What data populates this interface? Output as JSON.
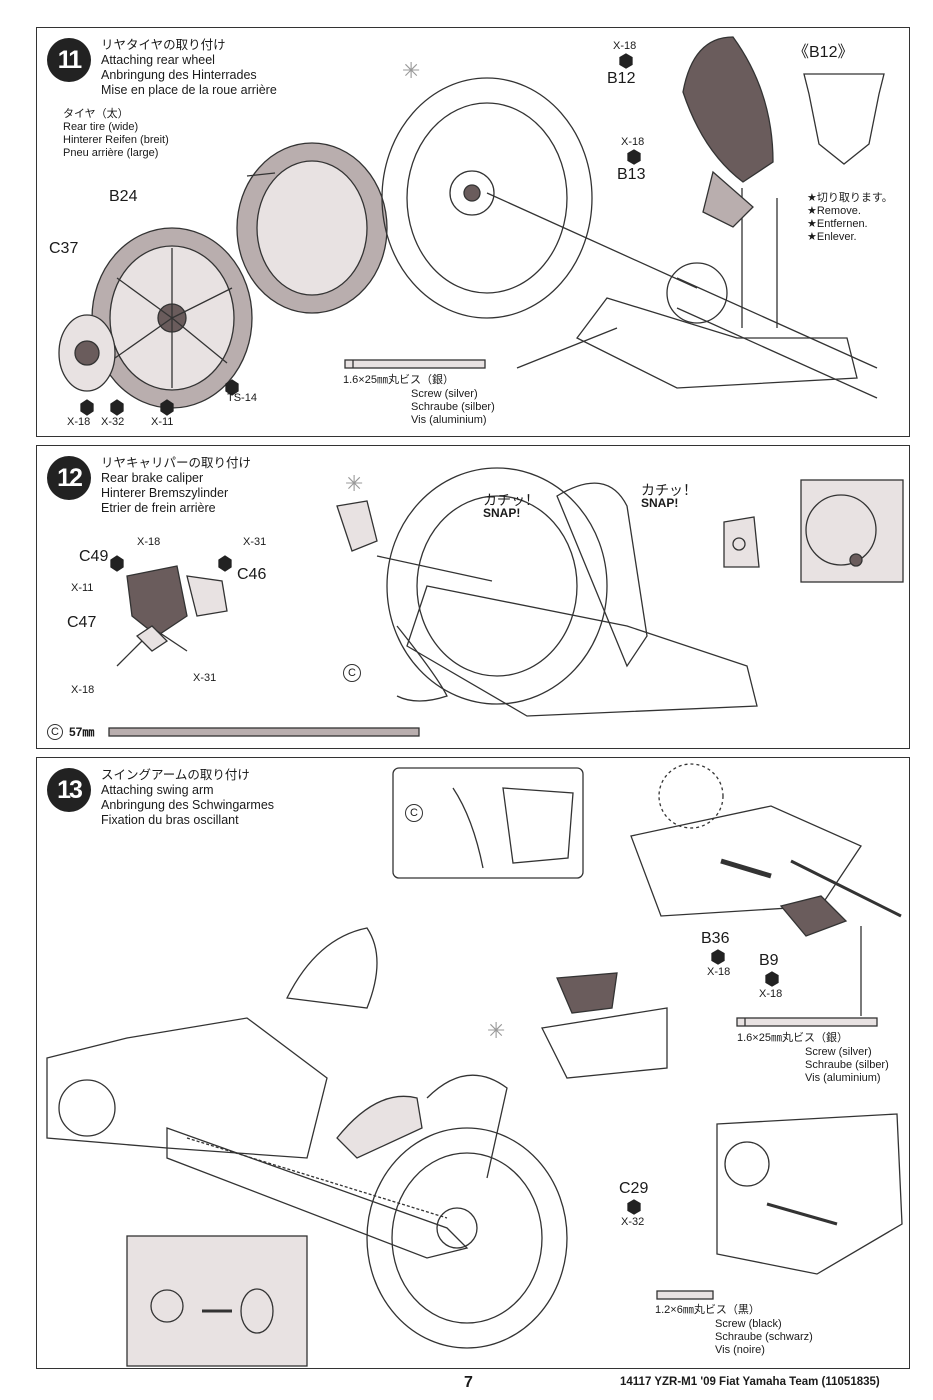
{
  "step11": {
    "number": "11",
    "title_ja": "リヤタイヤの取り付け",
    "title_en": "Attaching rear wheel",
    "title_de": "Anbringung des Hinterrades",
    "title_fr": "Mise en place de la roue arrière",
    "tire_ja": "タイヤ（太）",
    "tire_en": "Rear tire (wide)",
    "tire_de": "Hinterer Reifen (breit)",
    "tire_fr": "Pneu arrière (large)",
    "part_b24": "B24",
    "part_c37": "C37",
    "code_x18": "X-18",
    "code_x32": "X-32",
    "code_x11": "X-11",
    "code_ts14": "TS-14",
    "screw_size": "1.6×25㎜丸ビス（銀）",
    "screw_en": "Screw (silver)",
    "screw_de": "Schraube (silber)",
    "screw_fr": "Vis (aluminium)",
    "part_b12_code": "X-18",
    "part_b12": "B12",
    "part_b13_code": "X-18",
    "part_b13": "B13",
    "detail_b12": "《B12》",
    "remove_ja": "★切り取ります。",
    "remove_en": "★Remove.",
    "remove_de": "★Entfernen.",
    "remove_fr": "★Enlever."
  },
  "step12": {
    "number": "12",
    "title_ja": "リヤキャリパーの取り付け",
    "title_en": "Rear brake caliper",
    "title_de": "Hinterer Bremszylinder",
    "title_fr": "Etrier de frein arrière",
    "part_c49": "C49",
    "code_c49": "X-18",
    "part_c46": "C46",
    "code_c46": "X-31",
    "part_c47": "C47",
    "code_c47": "X-11",
    "code_x18": "X-18",
    "code_x31": "X-31",
    "snap_ja": "カチッ！",
    "snap_en": "SNAP!",
    "snap2_ja": "カチッ！",
    "snap2_en": "SNAP!",
    "c_label": "C",
    "c_length_label": "C",
    "c_length": "57㎜"
  },
  "step13": {
    "number": "13",
    "title_ja": "スイングアームの取り付け",
    "title_en": "Attaching swing arm",
    "title_de": "Anbringung des Schwingarmes",
    "title_fr": "Fixation du bras oscillant",
    "c_label": "C",
    "part_b36": "B36",
    "code_b36": "X-18",
    "part_b9": "B9",
    "code_b9": "X-18",
    "screw_size": "1.6×25㎜丸ビス（銀）",
    "screw_en": "Screw (silver)",
    "screw_de": "Schraube (silber)",
    "screw_fr": "Vis (aluminium)",
    "part_c29": "C29",
    "code_c29": "X-32",
    "screw2_size": "1.2×6㎜丸ビス（黒）",
    "screw2_en": "Screw (black)",
    "screw2_de": "Schraube (schwarz)",
    "screw2_fr": "Vis (noire)"
  },
  "footer": {
    "page_number": "7",
    "model": "14117  YZR-M1 '09 Fiat Yamaha Team (11051835)"
  }
}
